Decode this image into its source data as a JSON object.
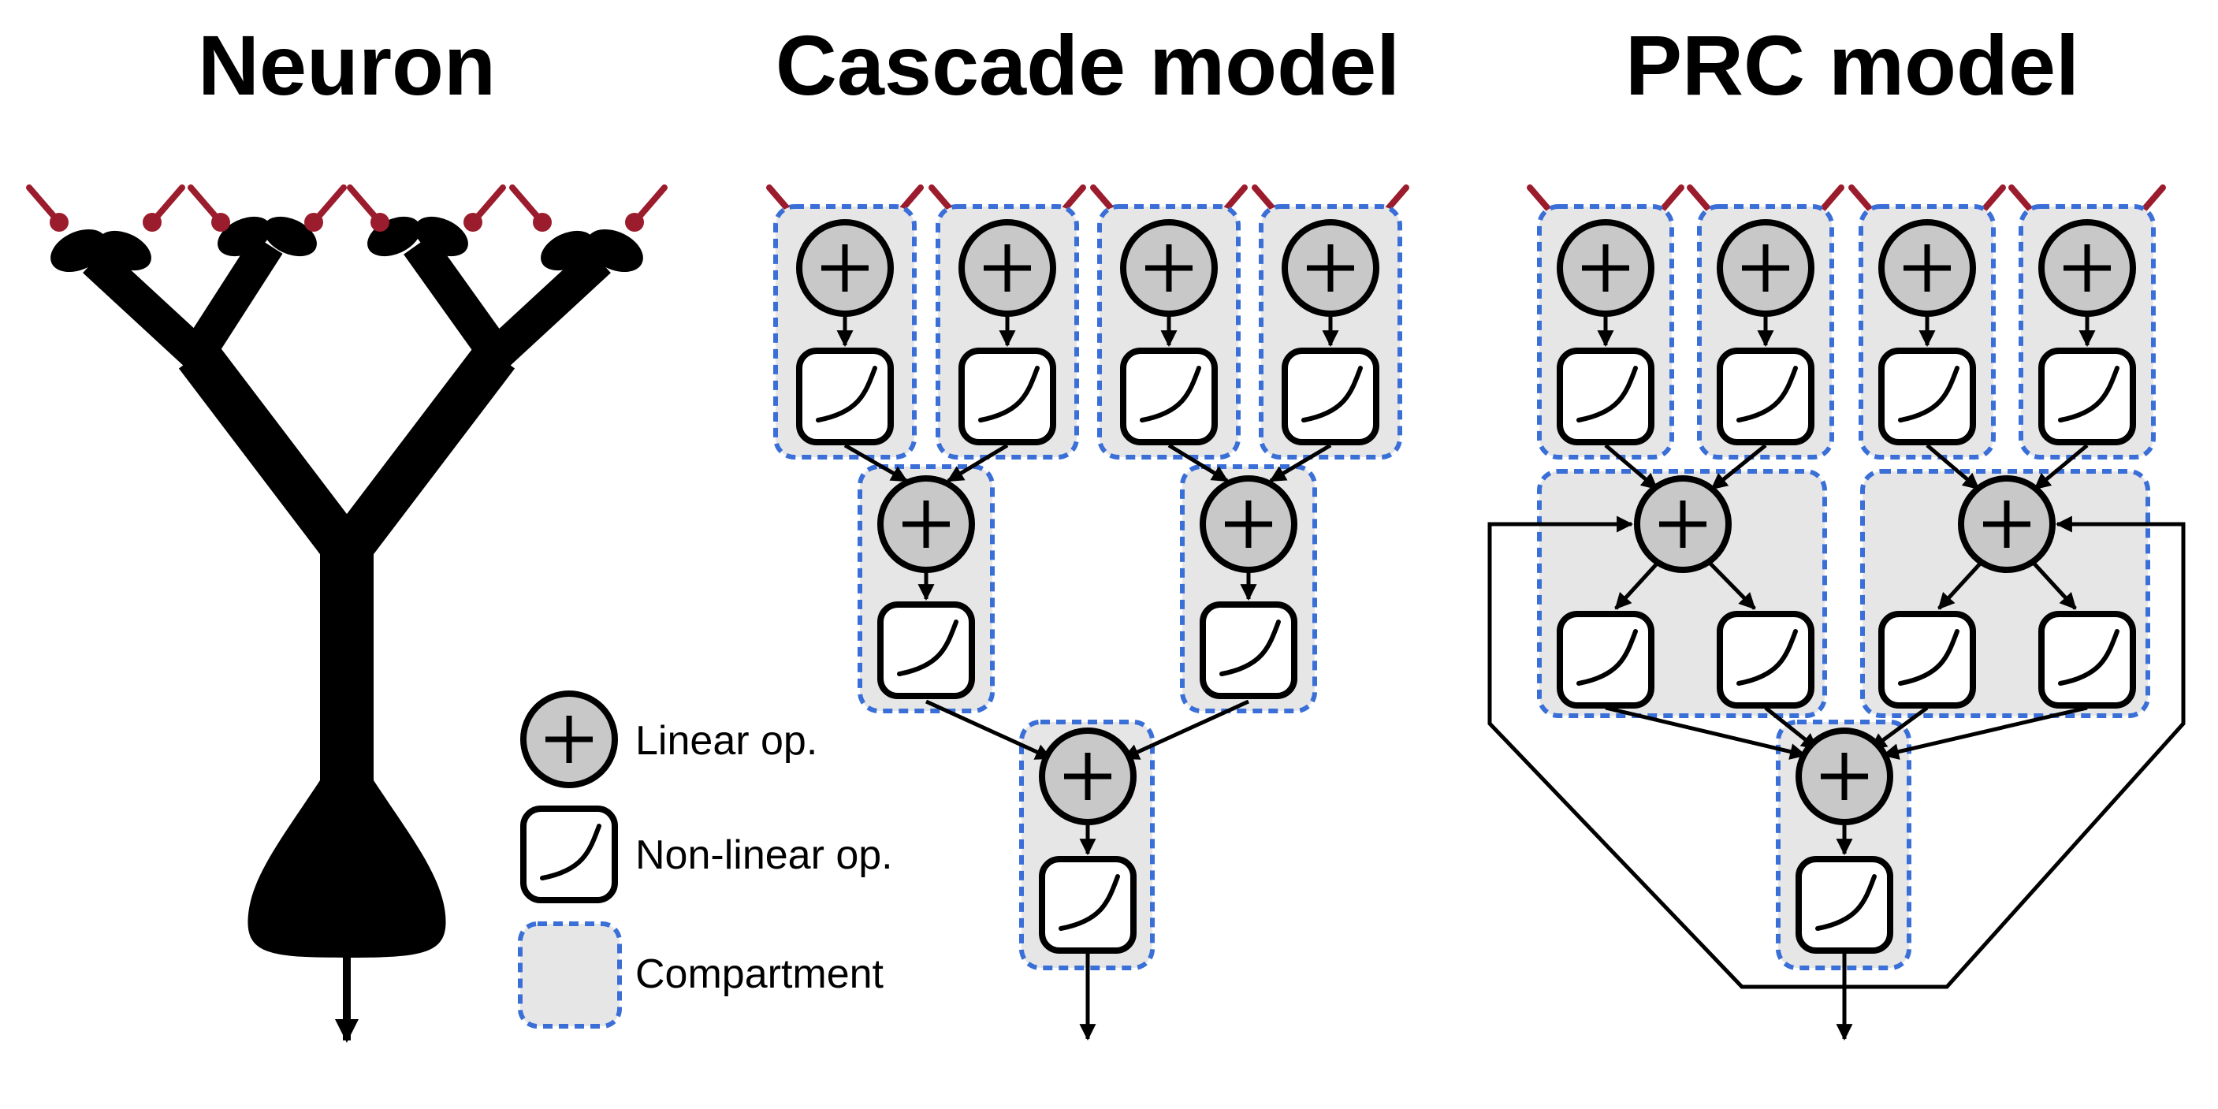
{
  "panels": {
    "neuron": {
      "title": "Neuron"
    },
    "cascade": {
      "title": "Cascade model"
    },
    "prc": {
      "title": "PRC model"
    }
  },
  "legend": {
    "linear": "Linear op.",
    "nonlinear": "Non-linear op.",
    "compartment": "Compartment"
  },
  "colors": {
    "synapse": "#9b1c2c",
    "compartment_fill": "#e6e6e6",
    "compartment_border": "#3a6fd8",
    "node_fill": "#c8c8c8",
    "ink": "#000000"
  },
  "icons": {
    "linear": "plus-circle-icon",
    "nonlinear": "sigmoid-curve-icon",
    "compartment": "dashed-box-icon"
  }
}
